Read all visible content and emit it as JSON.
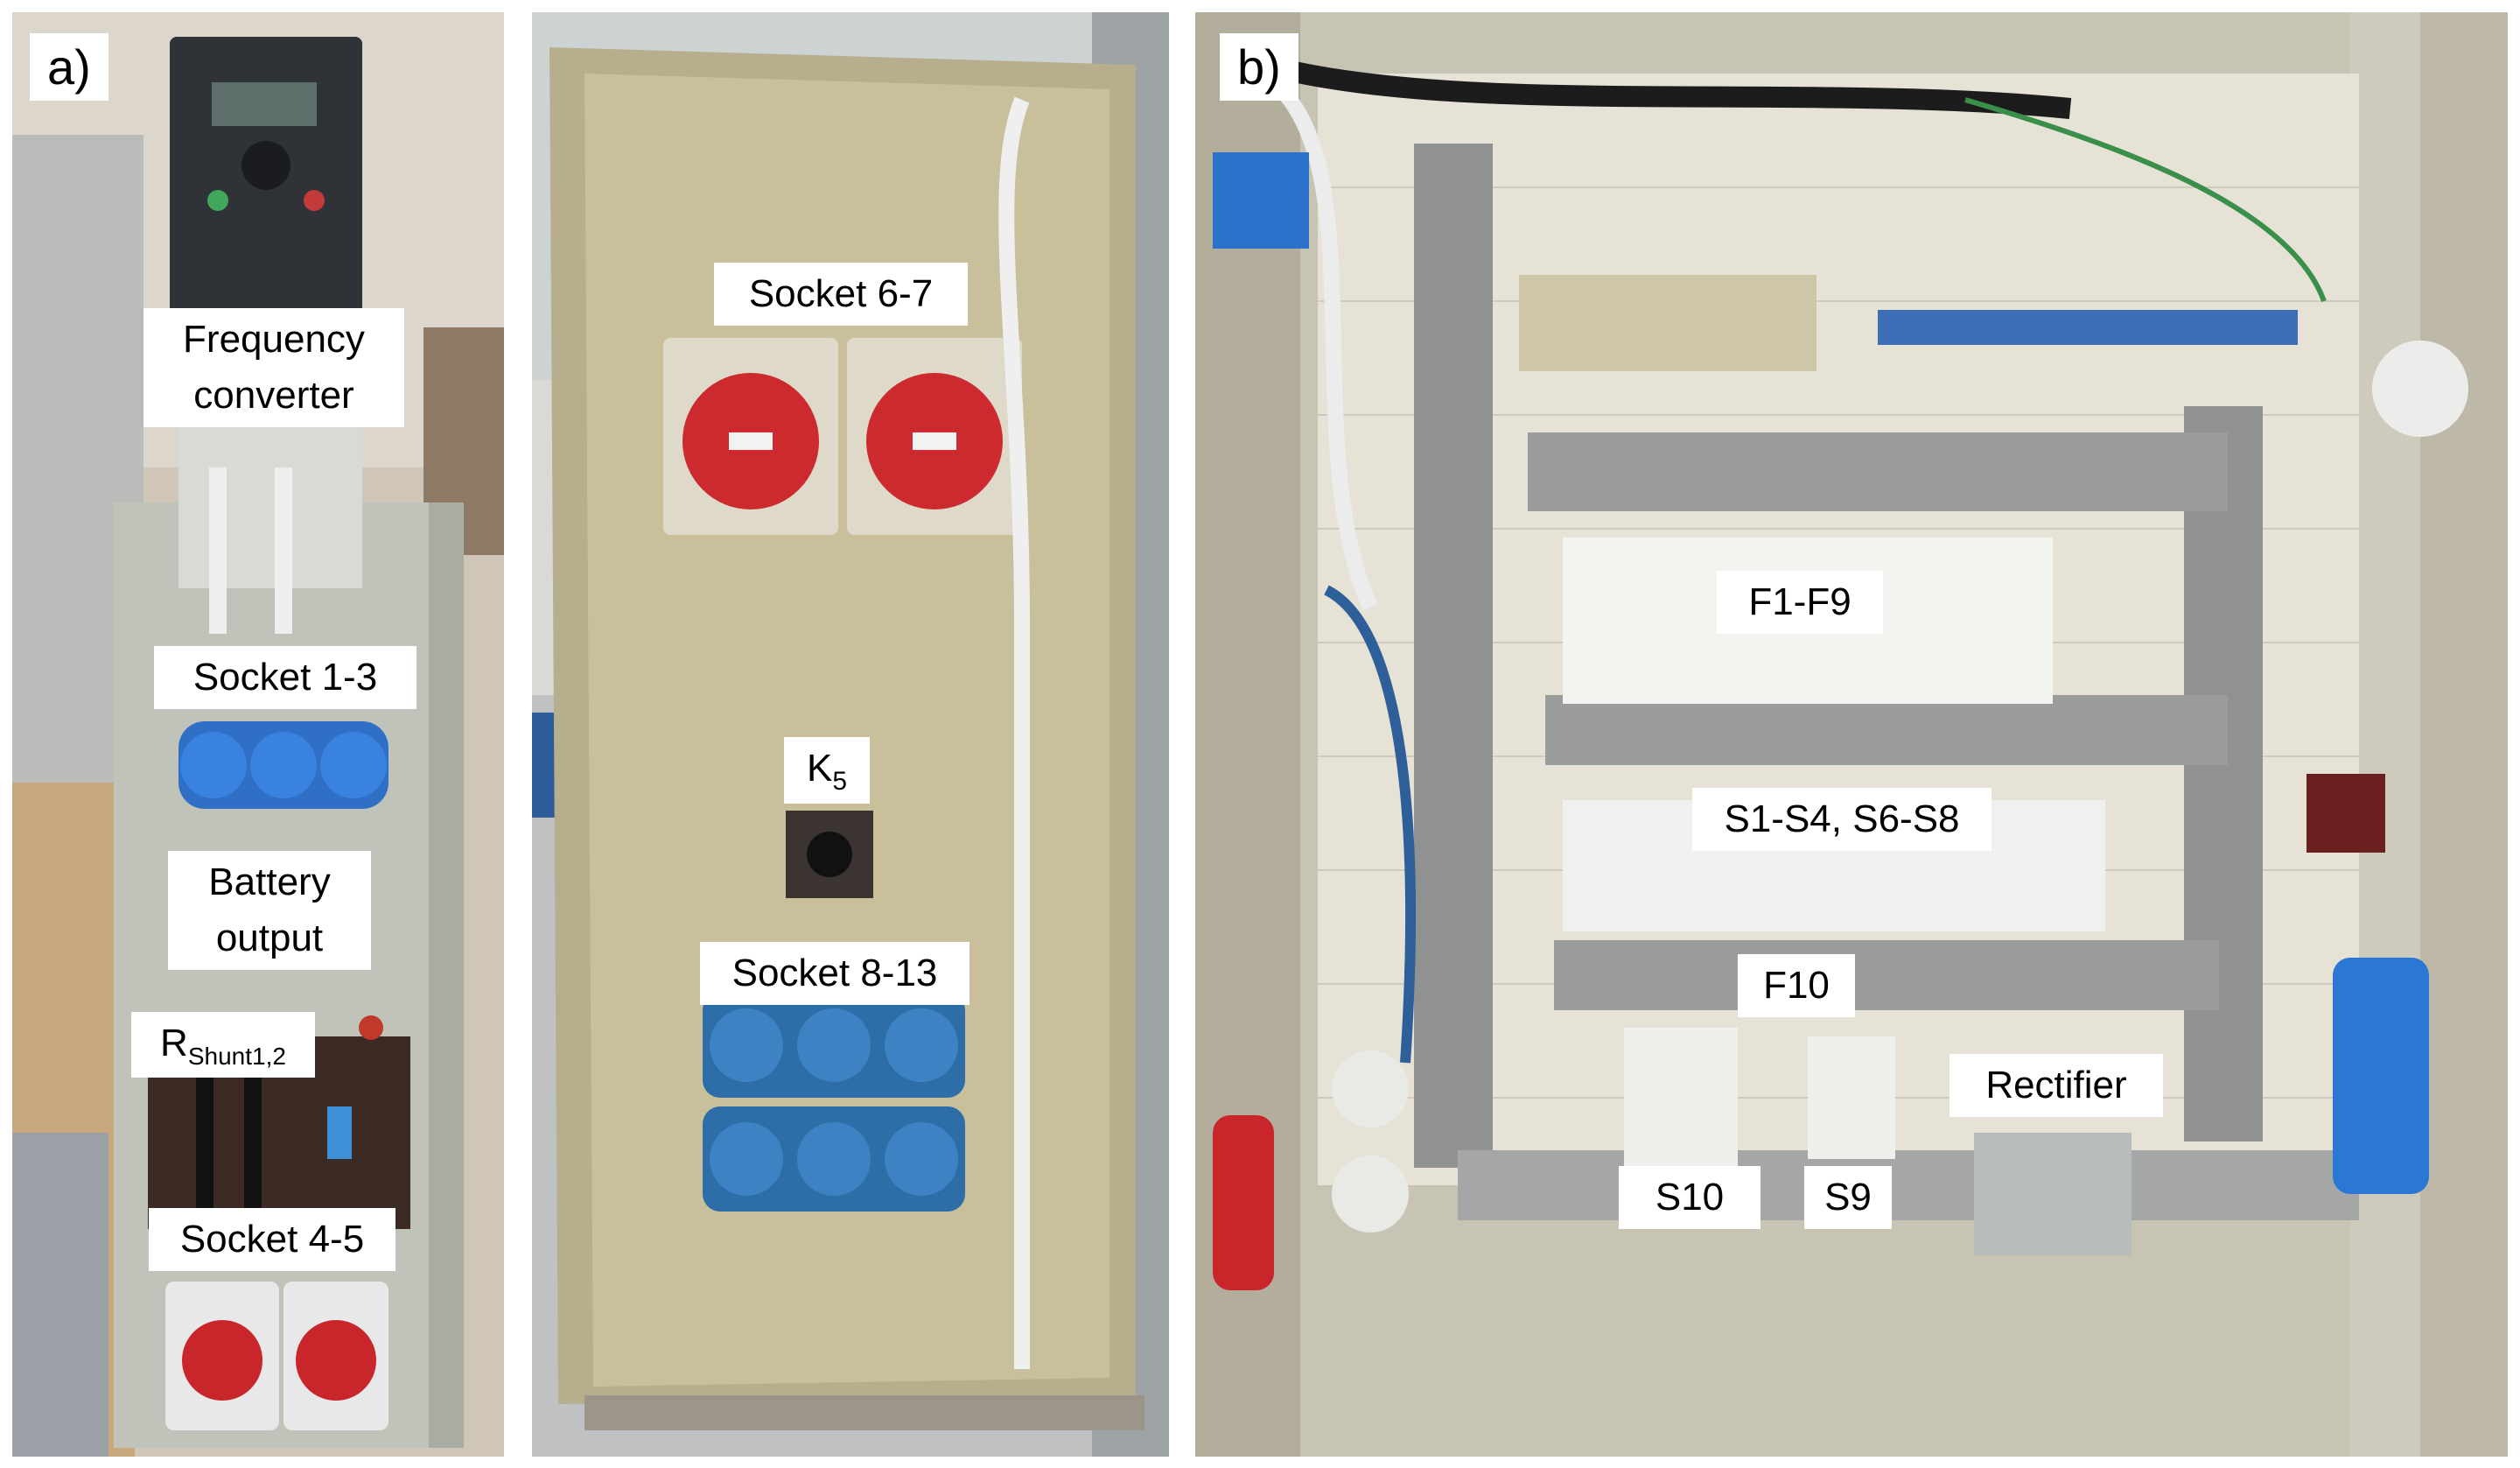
{
  "panels": [
    {
      "id": "a",
      "label": "a)"
    },
    {
      "id": "b",
      "label": "b)"
    }
  ],
  "labels_a_left": {
    "frequency_converter_line1": "Frequency",
    "frequency_converter_line2": "converter",
    "socket_1_3": "Socket 1-3",
    "battery_output_line1": "Battery",
    "battery_output_line2": "output",
    "rshunt_main": "R",
    "rshunt_sub": "Shunt1,2",
    "socket_4_5": "Socket 4-5"
  },
  "labels_a_mid": {
    "socket_6_7": "Socket 6-7",
    "k5_main": "K",
    "k5_sub": "5",
    "socket_8_13": "Socket 8-13"
  },
  "labels_b": {
    "f1_f9": "F1-F9",
    "s1_s8": "S1-S4, S6-S8",
    "f10": "F10",
    "rectifier": "Rectifier",
    "s10": "S10",
    "s9": "S9"
  }
}
